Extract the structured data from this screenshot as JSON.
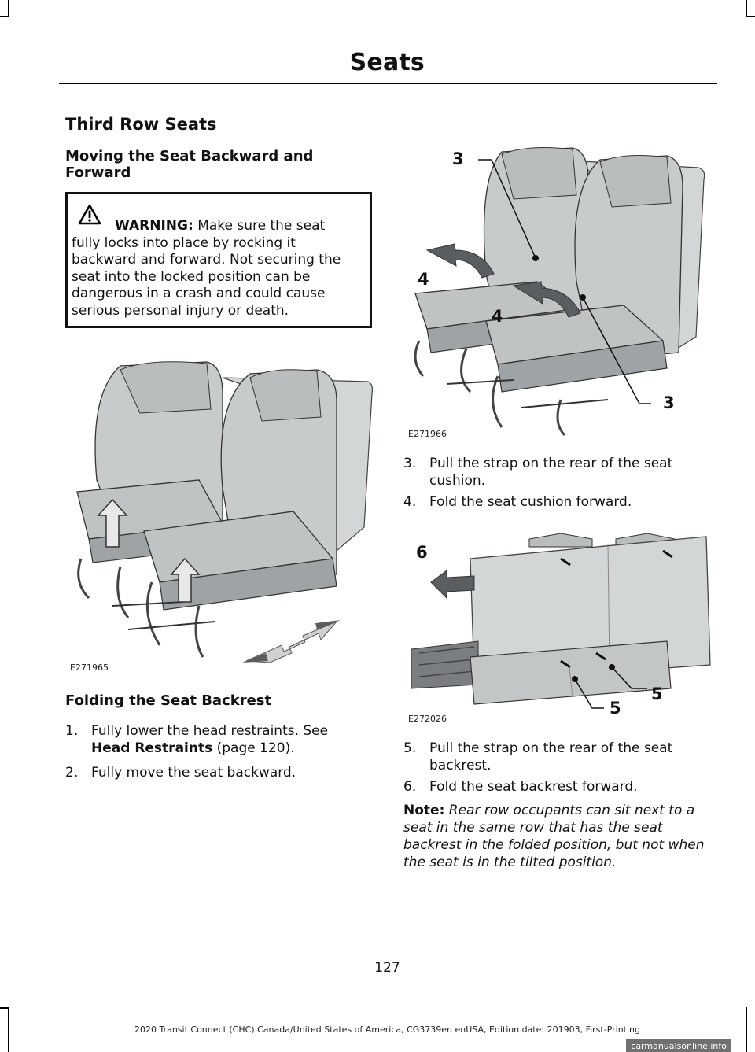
{
  "header": {
    "title": "Seats"
  },
  "section": {
    "title": "Third Row Seats",
    "subtitle": "Moving the Seat Backward and Forward"
  },
  "warning": {
    "label": "WARNING:",
    "line1": "Make sure the seat",
    "line2": "fully locks into place by rocking it",
    "line3": "backward and forward. Not securing the",
    "line4": "seat into the locked position can be",
    "line5": "dangerous in a crash and could cause",
    "line6": "serious personal injury or death."
  },
  "figures": {
    "fig1": {
      "code": "E271965"
    },
    "fig2": {
      "code": "E271966",
      "callouts": [
        "3",
        "4",
        "4",
        "3"
      ]
    },
    "fig3": {
      "code": "E272026",
      "callouts": [
        "6",
        "5",
        "5"
      ]
    }
  },
  "folding": {
    "title": "Folding the Seat Backrest",
    "step1_num": "1.",
    "step1_line1": "Fully lower the head restraints.  See",
    "step1_link": "Head Restraints",
    "step1_ref": " (page 120).",
    "step2_num": "2.",
    "step2_text": "Fully move the seat backward."
  },
  "right_steps": {
    "step3_num": "3.",
    "step3_line1": "Pull the strap on the rear of the seat",
    "step3_line2": "cushion.",
    "step4_num": "4.",
    "step4_text": "Fold the seat cushion forward.",
    "step5_num": "5.",
    "step5_line1": "Pull the strap on the rear of the seat",
    "step5_line2": "backrest.",
    "step6_num": "6.",
    "step6_text": "Fold the seat backrest forward."
  },
  "note": {
    "label": "Note:",
    "body": "Rear row occupants can sit next to a seat in the same row that has the seat backrest in the folded position, but not when the seat is in the tilted position."
  },
  "footer": {
    "page_number": "127",
    "text": "2020 Transit Connect (CHC) Canada/United States of America, CG3739en enUSA, Edition date: 201903, First-Printing",
    "watermark": "carmanualsonline.info"
  },
  "colors": {
    "seat_gray": "#c8cbcc",
    "seat_dark": "#8f9496",
    "arrow_gray": "#5a5e60"
  }
}
